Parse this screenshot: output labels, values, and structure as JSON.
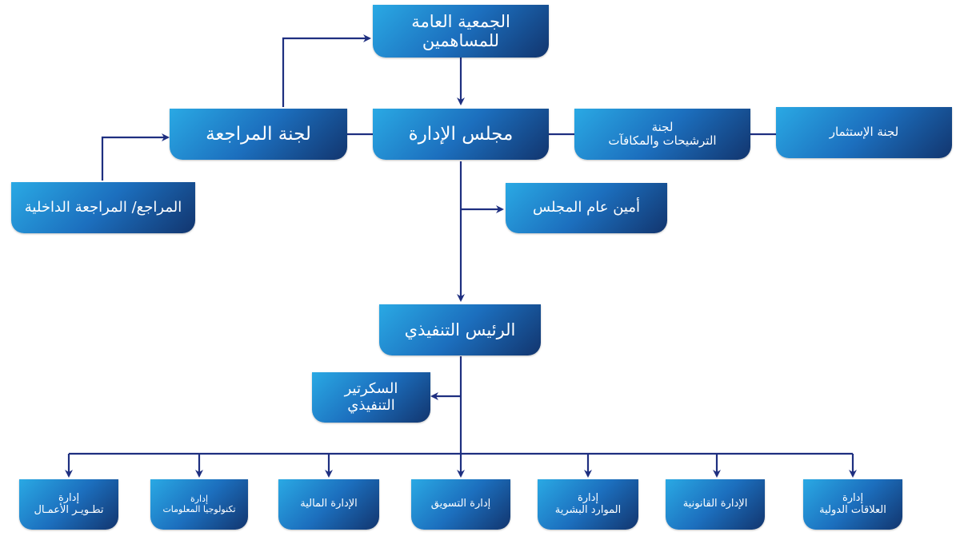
{
  "nodes": {
    "general_assembly": {
      "l1": "الجمعية العامة",
      "l2": "للمساهمين"
    },
    "board": {
      "label": "مجلس الإدارة"
    },
    "audit_committee": {
      "label": "لجنة المراجعة"
    },
    "nominations_committee": {
      "l1": "لجنة",
      "l2": "الترشيحات والمكافآت"
    },
    "investment_committee": {
      "label": "لجنة الإستثمار"
    },
    "internal_audit": {
      "label": "المراجع/ المراجعة الداخلية"
    },
    "board_secretary": {
      "label": "أمين عام المجلس"
    },
    "ceo": {
      "label": "الرئيس التنفيذي"
    },
    "exec_secretary": {
      "l1": "السكرتير",
      "l2": "التنفيذي"
    }
  },
  "departments": [
    {
      "id": "bizdev",
      "l1": "إدارة",
      "l2": "تطـويـر الأعمـال"
    },
    {
      "id": "it",
      "l1": "إدارة",
      "l2": "تكنولوجيا المعلومات"
    },
    {
      "id": "finance",
      "l1": "الإدارة المالية",
      "l2": ""
    },
    {
      "id": "marketing",
      "l1": "إدارة التسويق",
      "l2": ""
    },
    {
      "id": "hr",
      "l1": "إدارة",
      "l2": "الموارد البشرية"
    },
    {
      "id": "legal",
      "l1": "الإدارة القانونية",
      "l2": ""
    },
    {
      "id": "intl",
      "l1": "إدارة",
      "l2": "العلاقات الدولية"
    }
  ],
  "colors": {
    "line": "#1e2f80",
    "box_light": "#2aa9e4",
    "box_dark": "#12356e",
    "text": "#ffffff"
  }
}
